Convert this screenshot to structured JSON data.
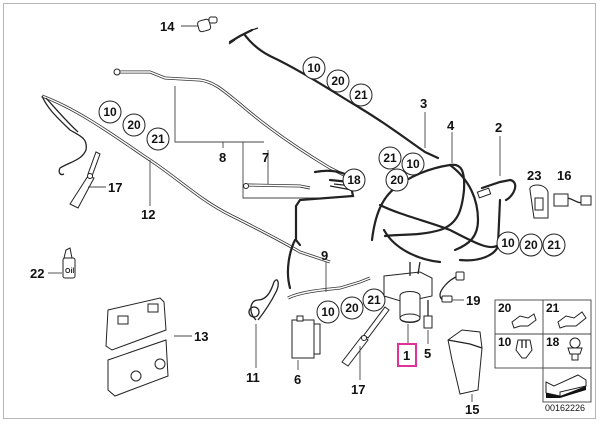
{
  "diagram": {
    "title": "Hydraulic convertible top parts diagram",
    "reference_number": "00162226",
    "highlight_color": "#e0339a",
    "highlighted_part": "1",
    "labels": {
      "p1": "1",
      "p2": "2",
      "p3": "3",
      "p4": "4",
      "p5": "5",
      "p6": "6",
      "p7": "7",
      "p8": "8",
      "p9": "9",
      "p11": "11",
      "p12": "12",
      "p13": "13",
      "p14": "14",
      "p15": "15",
      "p16": "16",
      "p17a": "17",
      "p17b": "17",
      "p19": "19",
      "p22": "22",
      "p23": "23"
    },
    "circled_groups": [
      {
        "name": "group-top-left",
        "items": [
          "10",
          "20",
          "21"
        ]
      },
      {
        "name": "group-top-center",
        "items": [
          "10",
          "20",
          "21"
        ]
      },
      {
        "name": "group-center",
        "items": [
          "21",
          "10",
          "20"
        ]
      },
      {
        "name": "group-right",
        "items": [
          "10",
          "20",
          "21"
        ]
      },
      {
        "name": "group-bottom-center",
        "items": [
          "10",
          "20",
          "21"
        ]
      },
      {
        "name": "group-18",
        "items": [
          "18"
        ]
      }
    ],
    "legend_grid": {
      "cells": [
        {
          "label": "20",
          "part": "clip-double"
        },
        {
          "label": "21",
          "part": "clip-triple"
        },
        {
          "label": "10",
          "part": "clip-push"
        },
        {
          "label": "18",
          "part": "bleed-screw"
        }
      ]
    }
  }
}
